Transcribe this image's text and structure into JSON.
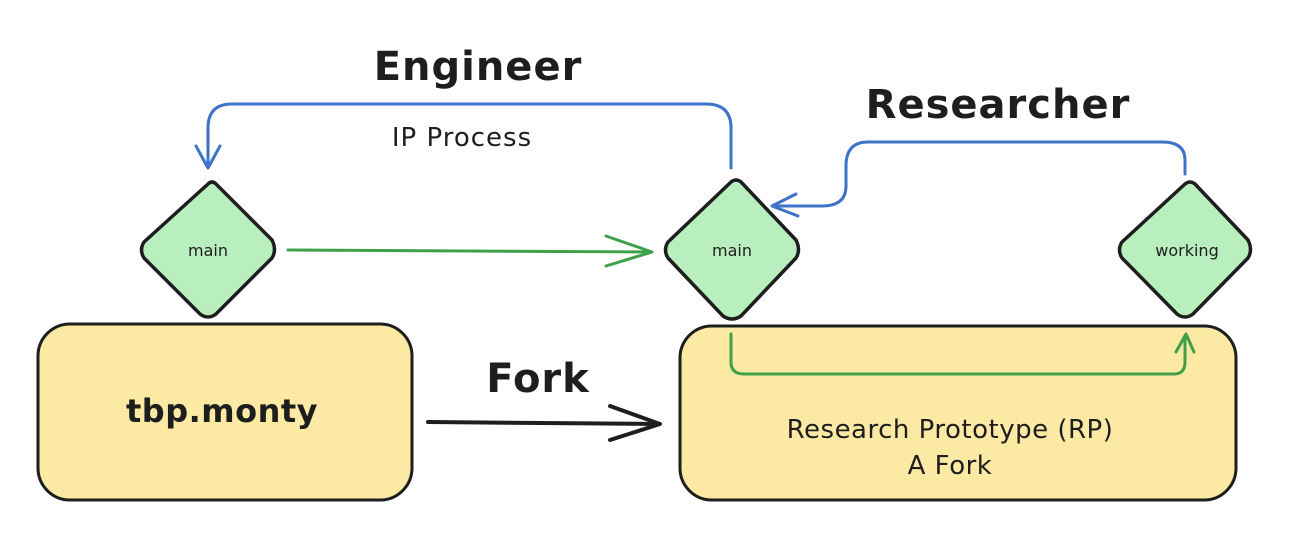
{
  "labels": {
    "engineer": "Engineer",
    "ip_process": "IP Process",
    "researcher": "Researcher",
    "fork": "Fork"
  },
  "boxes": {
    "tbp": {
      "label": "tbp.monty"
    },
    "rp": {
      "line1": "Research Prototype (RP)",
      "line2": "A Fork"
    }
  },
  "nodes": {
    "tbp_main": "main",
    "rp_main": "main",
    "rp_working": "working"
  },
  "colors": {
    "box_fill": "#fbe9a4",
    "node_fill": "#b9efbe",
    "blue_arrow": "#3d73c9",
    "green_arrow": "#40a04a",
    "black_arrow": "#1e1e1e"
  }
}
